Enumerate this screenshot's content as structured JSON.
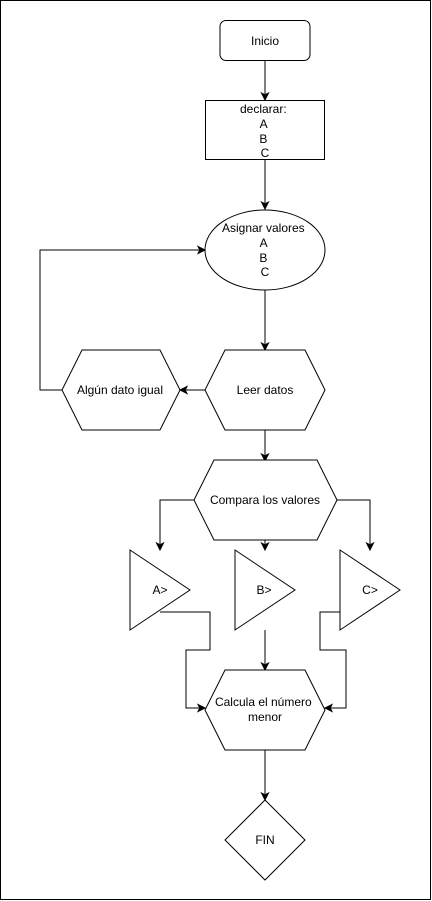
{
  "diagram": {
    "nodes": {
      "inicio": {
        "label": "Inicio"
      },
      "declarar": {
        "lines": [
          "declarar:",
          "A",
          "B",
          "C"
        ]
      },
      "asignar": {
        "lines": [
          "Asignar valores",
          "A",
          "B",
          "C"
        ]
      },
      "leer": {
        "label": "Leer datos"
      },
      "igual": {
        "label": "Algún dato igual"
      },
      "compara": {
        "label": "Compara los valores"
      },
      "a_mayor": {
        "label": "A>"
      },
      "b_mayor": {
        "label": "B>"
      },
      "c_mayor": {
        "label": "C>"
      },
      "calcula": {
        "lines": [
          "Calcula el número",
          "menor"
        ]
      },
      "fin": {
        "label": "FIN"
      }
    }
  }
}
